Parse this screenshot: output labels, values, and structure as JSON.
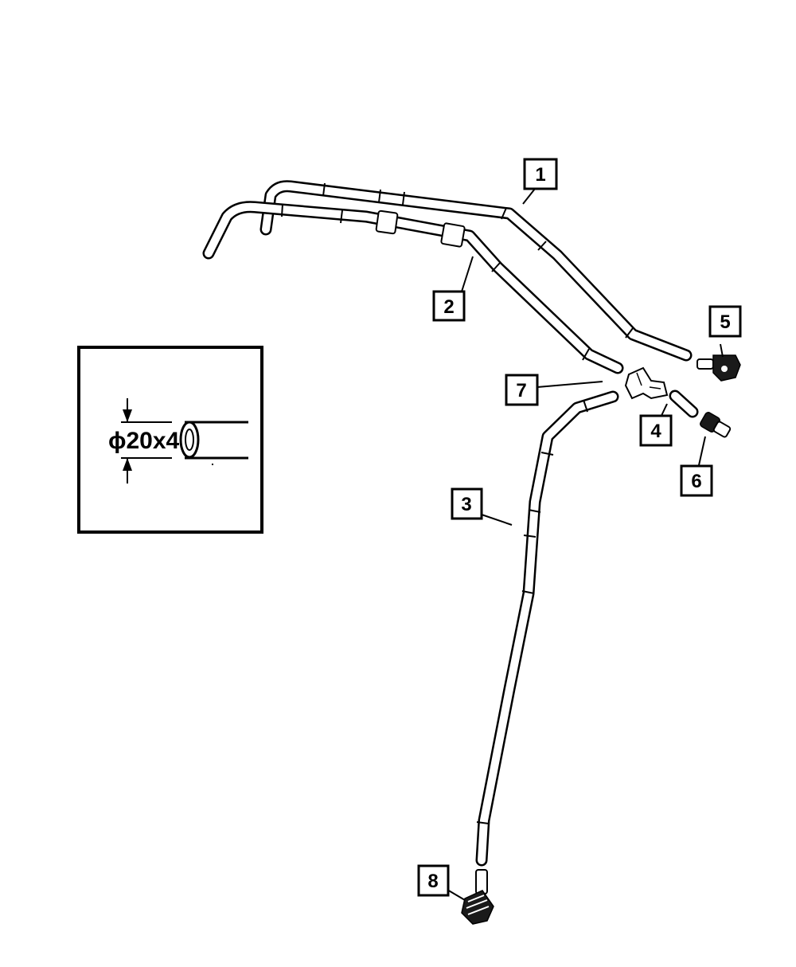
{
  "callouts": [
    {
      "id": "1",
      "label": "1"
    },
    {
      "id": "2",
      "label": "2"
    },
    {
      "id": "3",
      "label": "3"
    },
    {
      "id": "4",
      "label": "4"
    },
    {
      "id": "5",
      "label": "5"
    },
    {
      "id": "6",
      "label": "6"
    },
    {
      "id": "7",
      "label": "7"
    },
    {
      "id": "8",
      "label": "8"
    }
  ],
  "inset": {
    "dimension_label": "ϕ20x4"
  },
  "colors": {
    "line": "#000000",
    "background": "#ffffff"
  }
}
